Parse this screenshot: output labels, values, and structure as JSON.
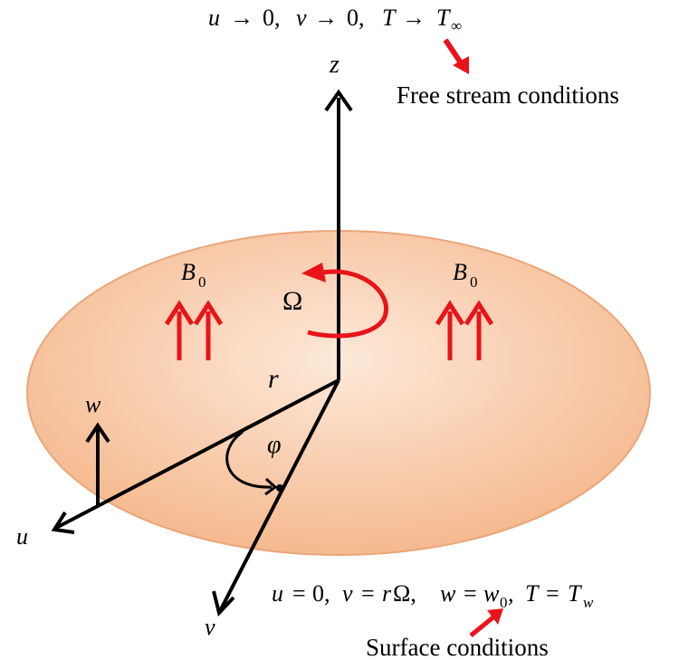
{
  "free_stream": {
    "u": "u",
    "arrow": "→",
    "zero": "0,",
    "v": "v",
    "T": "T",
    "T_sym": "T",
    "T_sub": "∞",
    "label": "Free stream conditions"
  },
  "surface": {
    "u": "u",
    "eq": "=",
    "zero": "0,",
    "v": "v",
    "r": "r",
    "omega": "Ω,",
    "w": "w",
    "w0": "w",
    "w0_sub": "0",
    "T": "T",
    "Tw": "T",
    "Tw_sub": "w",
    "label": "Surface conditions"
  },
  "axes": {
    "z": "z",
    "u": "u",
    "v": "v",
    "w": "w",
    "r": "r",
    "phi": "φ",
    "omega": "Ω"
  },
  "field": {
    "B": "B",
    "B_sub": "0"
  },
  "colors": {
    "disk_fill_center": "#fde6d4",
    "disk_fill_edge": "#f5b78d",
    "disk_stroke": "#e9a679",
    "accent_red": "#e8141a",
    "ink": "#000000"
  }
}
